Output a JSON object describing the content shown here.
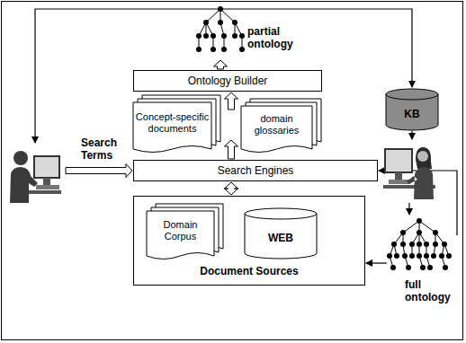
{
  "diagram": {
    "nodes": [
      {
        "text": [
          "partial ontology"
        ]
      },
      {
        "text": [
          "Ontology Builder"
        ]
      },
      {
        "text": [
          "Concept-specific documents"
        ]
      },
      {
        "text": [
          "domain glossaries"
        ]
      },
      {
        "text": [
          "KB"
        ]
      },
      {
        "text": []
      },
      {
        "text": [
          "Search Engines"
        ]
      },
      {
        "text": []
      },
      {
        "text": [
          "full ontology"
        ]
      },
      {
        "text": [
          "Document Sources"
        ]
      },
      {
        "text": [
          "Domain Corpus"
        ],
        "in": 9
      },
      {
        "text": [
          "WEB"
        ],
        "in": 9
      }
    ],
    "edges": [
      {
        "from": 1,
        "to": 0,
        "arrow": "to"
      },
      {
        "from": 2,
        "to": 1,
        "arrow": "to"
      },
      {
        "from": 6,
        "to": 2,
        "arrow": "to"
      },
      {
        "from": 0,
        "to": 4,
        "arrow": "to"
      },
      {
        "from": 0,
        "to": 5,
        "arrow": "to"
      },
      {
        "from": 5,
        "to": 6,
        "label": "Search Terms",
        "arrow": "to"
      },
      {
        "from": 4,
        "to": 7,
        "arrow": "to"
      },
      {
        "from": 7,
        "to": 8,
        "arrow": "to"
      },
      {
        "from": 8,
        "to": 6,
        "arrow": "to"
      },
      {
        "from": 8,
        "to": 9,
        "arrow": "to"
      },
      {
        "from": 6,
        "to": 9,
        "arrow": "both"
      }
    ]
  }
}
